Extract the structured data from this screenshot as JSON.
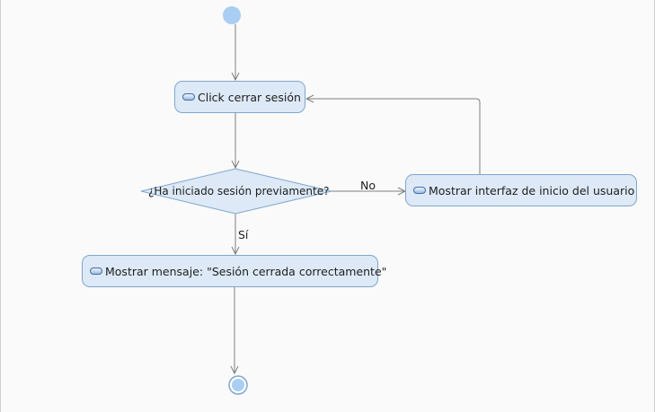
{
  "nodes": {
    "click_close": {
      "label": "Click cerrar sesión"
    },
    "decision": {
      "label": "¿Ha iniciado sesión previamente?"
    },
    "show_login": {
      "label": "Mostrar interfaz de inicio del usuario"
    },
    "show_message": {
      "label": "Mostrar mensaje: \"Sesión cerrada correctamente\""
    }
  },
  "edges": {
    "no_label": "No",
    "yes_label": "Sí"
  },
  "colors": {
    "action_fill": "#dde9f6",
    "action_border": "#7fa6cf",
    "initial_node": "#a9cdf3",
    "connector": "#7d7d7d"
  },
  "icons": {
    "action": "action-capsule-icon",
    "start": "initial-node-icon",
    "end": "final-node-icon"
  }
}
